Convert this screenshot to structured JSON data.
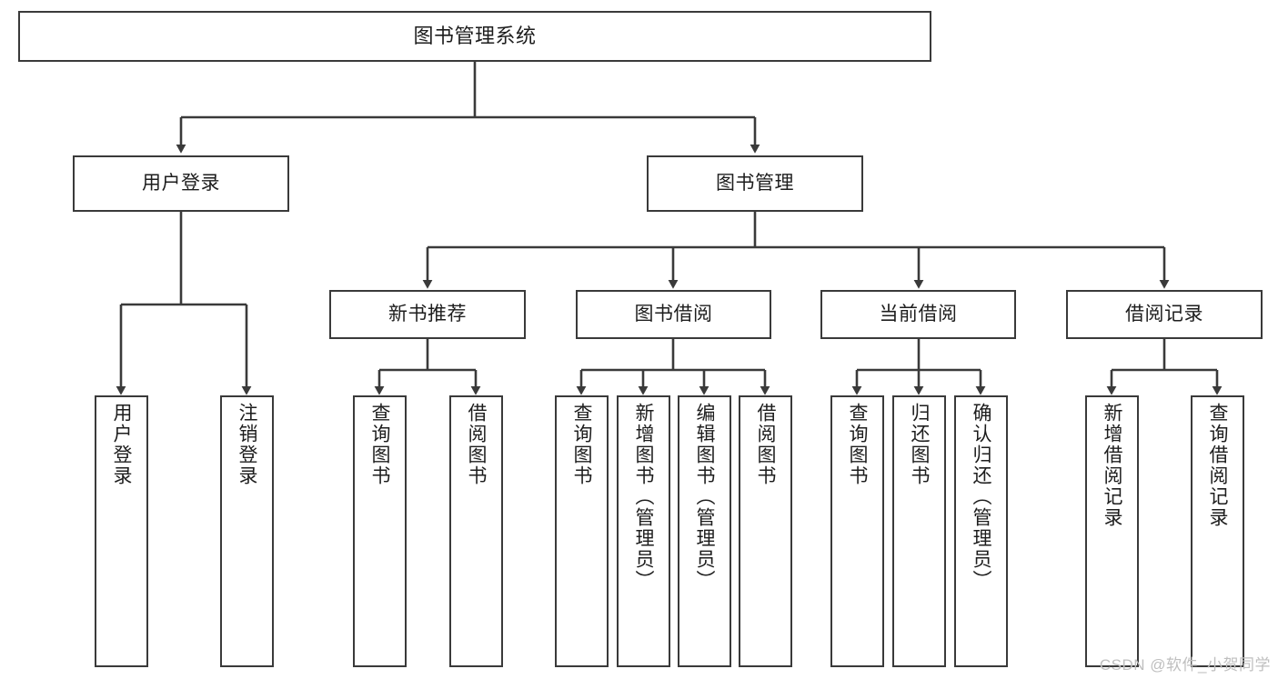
{
  "diagram": {
    "type": "tree",
    "title": "图书管理系统",
    "stroke_color": "#3a3a3a",
    "background_color": "#ffffff",
    "text_color": "#1d1d1d",
    "watermark": "CSDN @软件_小贺同学",
    "watermark_color": "#bfbfbf",
    "nodes": {
      "root": {
        "label": "图书管理系统"
      },
      "level2": [
        {
          "label": "用户登录"
        },
        {
          "label": "图书管理"
        }
      ],
      "level3": [
        {
          "label": "新书推荐"
        },
        {
          "label": "图书借阅"
        },
        {
          "label": "当前借阅"
        },
        {
          "label": "借阅记录"
        }
      ],
      "leaves": {
        "user_login": [
          {
            "label": "用户登录"
          },
          {
            "label": "注销登录"
          }
        ],
        "new_book_recommend": [
          {
            "label": "查询图书"
          },
          {
            "label": "借阅图书"
          }
        ],
        "book_borrow": [
          {
            "label": "查询图书"
          },
          {
            "label": "新增图书（管理员）"
          },
          {
            "label": "编辑图书（管理员）"
          },
          {
            "label": "借阅图书"
          }
        ],
        "current_borrow": [
          {
            "label": "查询图书"
          },
          {
            "label": "归还图书"
          },
          {
            "label": "确认归还（管理员）"
          }
        ],
        "borrow_record": [
          {
            "label": "新增借阅记录"
          },
          {
            "label": "查询借阅记录"
          }
        ]
      }
    }
  }
}
